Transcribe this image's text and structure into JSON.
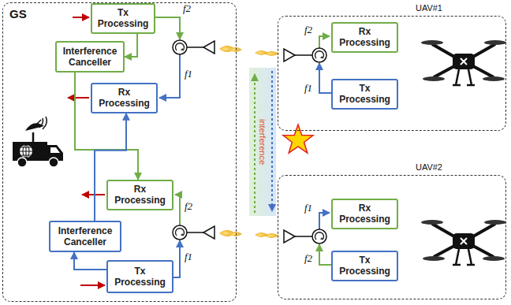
{
  "diagram": {
    "nodes": [
      {
        "text": [
          "GS"
        ]
      },
      {
        "text": [
          "Tx Processing"
        ],
        "in": 0
      },
      {
        "text": [
          "Interference Canceller"
        ],
        "in": 0
      },
      {
        "text": [
          "Rx Processing"
        ],
        "in": 0
      },
      {
        "text": [
          "Rx Processing"
        ],
        "in": 0
      },
      {
        "text": [
          "Interference Canceller"
        ],
        "in": 0
      },
      {
        "text": [
          "Tx Processing"
        ],
        "in": 0
      },
      {
        "text": [
          "UAV#1"
        ]
      },
      {
        "text": [
          "Rx Processing"
        ],
        "in": 7
      },
      {
        "text": [
          "Tx Processing"
        ],
        "in": 7
      },
      {
        "text": [
          "UAV#2"
        ]
      },
      {
        "text": [
          "Rx Processing"
        ],
        "in": 10
      },
      {
        "text": [
          "Tx Processing"
        ],
        "in": 10
      }
    ],
    "edges": [
      {
        "from": 1,
        "to": 2,
        "arrow": "to"
      },
      {
        "from": 2,
        "to": 4,
        "arrow": "to"
      },
      {
        "from": 6,
        "to": 5,
        "arrow": "to"
      },
      {
        "from": 5,
        "to": 3,
        "arrow": "to"
      }
    ],
    "labels": [
      "f2",
      "f1",
      "f2",
      "f1",
      "f2",
      "f1",
      "f1",
      "f2",
      "interference"
    ]
  }
}
